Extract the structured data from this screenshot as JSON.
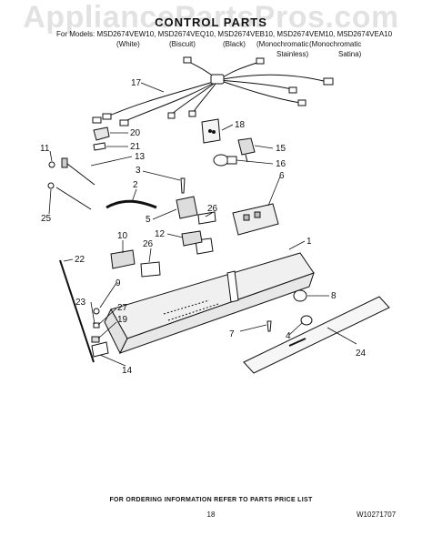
{
  "watermark": "AppliancePartsPros.com",
  "title": "CONTROL PARTS",
  "models_line": "For Models: MSD2674VEW10, MSD2674VEQ10, MSD2674VEB10, MSD2674VEM10, MSD2674VEA10",
  "variants": [
    "(White)",
    "(Biscuit)",
    "(Black)",
    "(Monochromatic",
    "Stainless)",
    "(Monochromatic",
    "Satina)"
  ],
  "callouts": [
    "17",
    "18",
    "20",
    "21",
    "15",
    "11",
    "13",
    "16",
    "3",
    "6",
    "2",
    "25",
    "5",
    "26",
    "12",
    "10",
    "1",
    "26",
    "22",
    "9",
    "8",
    "23",
    "27",
    "19",
    "4",
    "7",
    "14",
    "24"
  ],
  "footer": "FOR ORDERING INFORMATION REFER TO PARTS PRICE LIST",
  "page_number": "18",
  "doc_number": "W10271707"
}
